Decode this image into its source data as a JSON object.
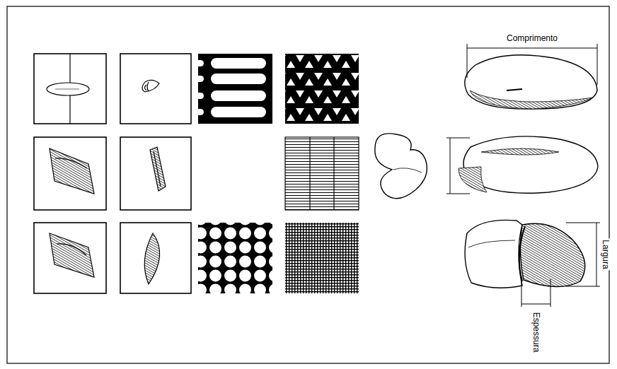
{
  "diagram": {
    "labels": [
      "Comprimento",
      "Largura",
      "Espessura"
    ]
  }
}
